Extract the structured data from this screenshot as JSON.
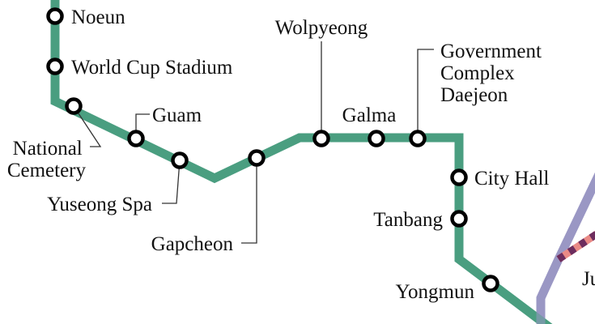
{
  "map": {
    "title_hidden": "",
    "colors": {
      "line1": "#4a9e80",
      "line_purple": "#9a97c4",
      "line_dashed_a": "#e98a86",
      "line_dashed_b": "#6d2d5e",
      "station_stroke": "#000000",
      "station_fill": "#ffffff",
      "leader": "#333333",
      "text": "#111111"
    },
    "stations": [
      {
        "id": "noeun",
        "name": "Noeun"
      },
      {
        "id": "world-cup-stadium",
        "name": "World Cup Stadium"
      },
      {
        "id": "national-cemetery",
        "name_lines": [
          "National",
          "Cemetery"
        ]
      },
      {
        "id": "guam",
        "name": "Guam"
      },
      {
        "id": "yuseong-spa",
        "name": "Yuseong Spa"
      },
      {
        "id": "gapcheon",
        "name": "Gapcheon"
      },
      {
        "id": "wolpyeong",
        "name": "Wolpyeong"
      },
      {
        "id": "galma",
        "name": "Galma"
      },
      {
        "id": "government-complex-daejeon",
        "name_lines": [
          "Government",
          "Complex",
          "Daejeon"
        ]
      },
      {
        "id": "city-hall",
        "name": "City Hall"
      },
      {
        "id": "tanbang",
        "name": "Tanbang"
      },
      {
        "id": "yongmun",
        "name": "Yongmun"
      }
    ],
    "partial_label": "Ju"
  }
}
